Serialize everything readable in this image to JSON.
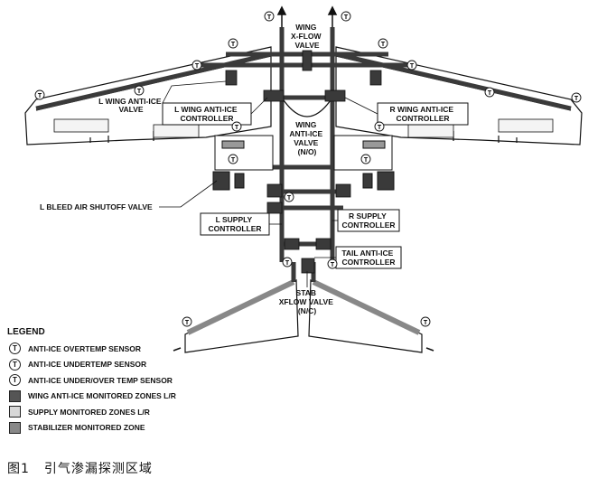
{
  "labels": {
    "wing_xflow": [
      "WING",
      "X-FLOW",
      "VALVE"
    ],
    "l_wing_valve": [
      "L WING ANTI-ICE",
      "VALVE"
    ],
    "l_wing_controller": [
      "L WING ANTI-ICE",
      "CONTROLLER"
    ],
    "r_wing_controller": [
      "R WING ANTI-ICE",
      "CONTROLLER"
    ],
    "wing_antiice_valve": [
      "WING",
      "ANTI-ICE",
      "VALVE",
      "(N/O)"
    ],
    "l_bleed": "L BLEED AIR SHUTOFF VALVE",
    "l_supply": [
      "L SUPPLY",
      "CONTROLLER"
    ],
    "r_supply": [
      "R SUPPLY",
      "CONTROLLER"
    ],
    "tail_controller": [
      "TAIL ANTI-ICE",
      "CONTROLLER"
    ],
    "stab_xflow": [
      "STAB",
      "XFLOW VALVE",
      "(N/C)"
    ]
  },
  "sensor_symbol": "T",
  "legend": {
    "title": "LEGEND",
    "items": [
      {
        "text": "ANTI-ICE OVERTEMP SENSOR",
        "kind": "circle",
        "symbol": "T"
      },
      {
        "text": "ANTI-ICE UNDERTEMP SENSOR",
        "kind": "circle",
        "symbol": "T"
      },
      {
        "text": "ANTI-ICE UNDER/OVER TEMP SENSOR",
        "kind": "circle",
        "symbol": "T"
      },
      {
        "text": "WING ANTI-ICE MONITORED ZONES L/R",
        "kind": "square",
        "color": "#555555"
      },
      {
        "text": "SUPPLY MONITORED ZONES L/R",
        "kind": "square",
        "color": "#d8d8d8"
      },
      {
        "text": "STABILIZER MONITORED ZONE",
        "kind": "square",
        "color": "#888888"
      }
    ]
  },
  "caption": {
    "figure": "图1",
    "title": "引气渗漏探测区域"
  },
  "colors": {
    "duct_dark": "#3a3a3a",
    "duct_light": "#d8d8d8",
    "stab": "#888888",
    "line": "#111111"
  }
}
